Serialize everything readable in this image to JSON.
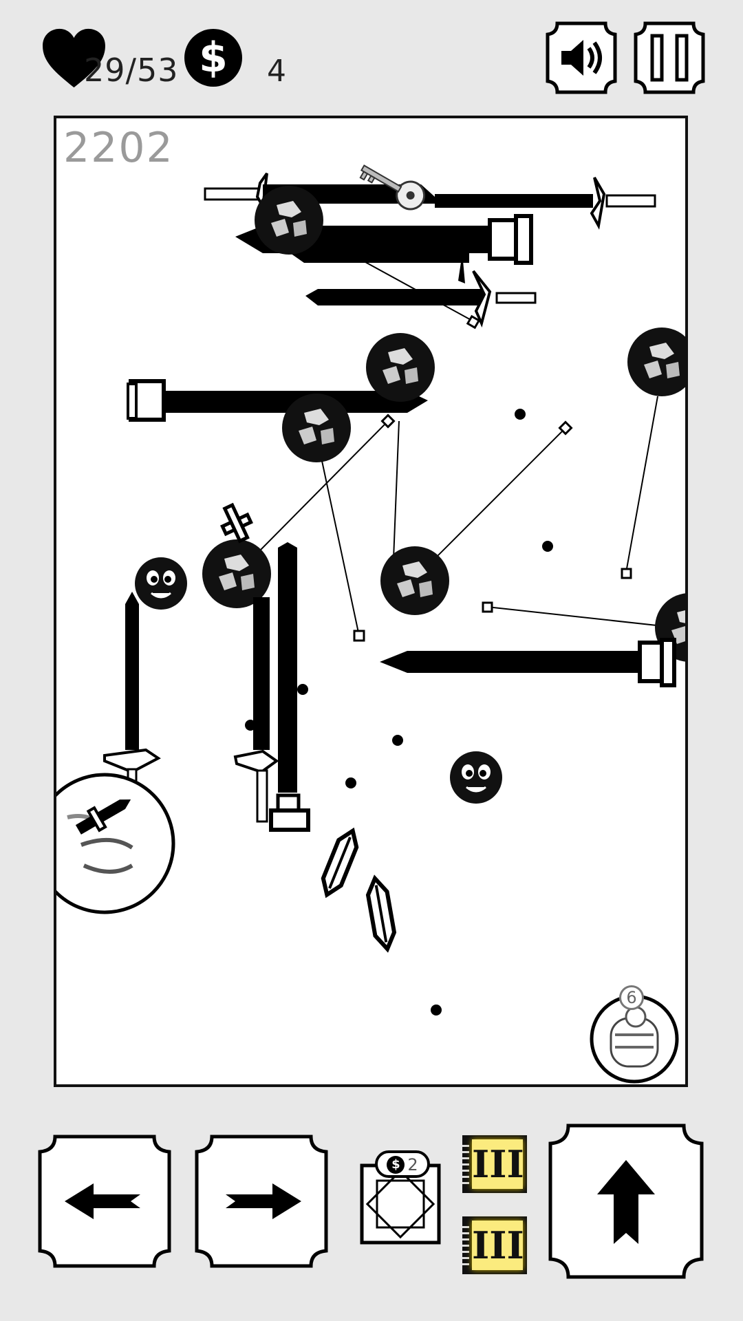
{
  "hud": {
    "lives_text": "29/53",
    "coins_text": "4",
    "coin_symbol": "$",
    "icons": [
      "heart-icon",
      "coin-icon",
      "speaker-icon",
      "pause-icon"
    ]
  },
  "board": {
    "score": "2202",
    "enemy_badge": "6"
  },
  "controls": {
    "shop_price": "2",
    "shop_coin": "$",
    "book_glyph": "III",
    "icons": [
      "arrow-left-icon",
      "arrow-right-icon",
      "arrow-up-icon",
      "shop-crate-icon",
      "book-icon"
    ]
  },
  "colors": {
    "background": "#e8e8e8",
    "board": "#ffffff",
    "ink": "#000000",
    "score": "#9a9a9a",
    "book_highlight": "#fbeb7e"
  }
}
